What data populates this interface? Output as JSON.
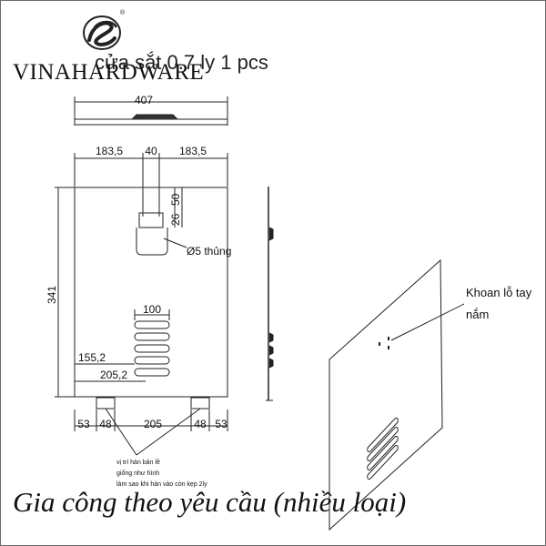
{
  "brand": {
    "name": "VINAHARDWARE",
    "logo_icon": "swirl-s-logo-icon",
    "registered_mark": "®"
  },
  "drawing": {
    "title": "cửa sắt 0.7 ly 1 pcs",
    "top_view_width": "407",
    "front_dims": {
      "left_offset": "183,5",
      "handle_width": "40",
      "right_offset": "183,5",
      "handle_offset_small": "26",
      "handle_offset_large": "50",
      "height": "341",
      "hole_note": "Ø5 thủng",
      "vent_width": "100",
      "vent_left_a": "155,2",
      "vent_left_b": "205,2"
    },
    "bottom_dims": [
      "53",
      "48",
      "205",
      "48",
      "53"
    ],
    "bottom_note_lines": [
      "vị trí hàn bản lề",
      "giống như hình",
      "làm sao khi hàn vào còn kẹp 2ly"
    ],
    "iso_note_line1": "Khoan lỗ tay",
    "iso_note_line2": "nắm"
  },
  "caption": "Gia công theo yêu cầu (nhiều loại)"
}
